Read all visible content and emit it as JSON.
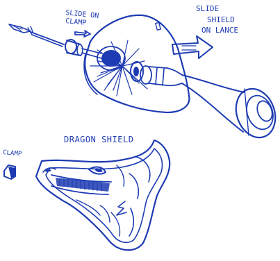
{
  "ink_color": "#1d3bb3",
  "labels": {
    "slide_on_clamp_line1": "SLIDE ON",
    "slide_on_clamp_line2": "CLAMP",
    "slide_shield_line1": "SLIDE",
    "slide_shield_line2": "SHIELD",
    "slide_shield_line3": "ON LANCE",
    "dragon_shield_title": "DRAGON SHIELD",
    "clamp_label": "CLAMP"
  }
}
